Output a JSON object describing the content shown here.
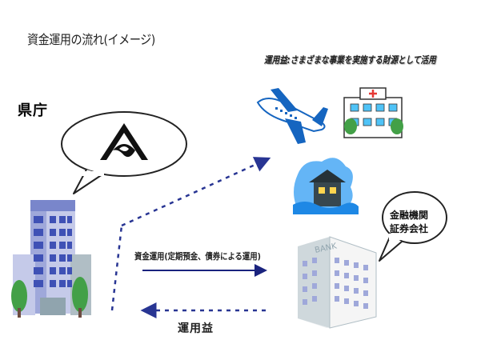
{
  "title": "資金運用の流れ(イメージ)",
  "usage_caption": "運用益:さまざまな事業を実施する財源として活用",
  "prefecture_label": "県庁",
  "financial_label": [
    "金融機関",
    "証券会社"
  ],
  "investment_label": "資金運用(定期預金、債券による運用)",
  "income_label": "運用益",
  "colors": {
    "arrow": "#1a237e",
    "dashed_arrow": "#283593",
    "building_blue": "#5c6bc0",
    "tree_green": "#43a047",
    "bank_gray": "#e0e0e0"
  }
}
